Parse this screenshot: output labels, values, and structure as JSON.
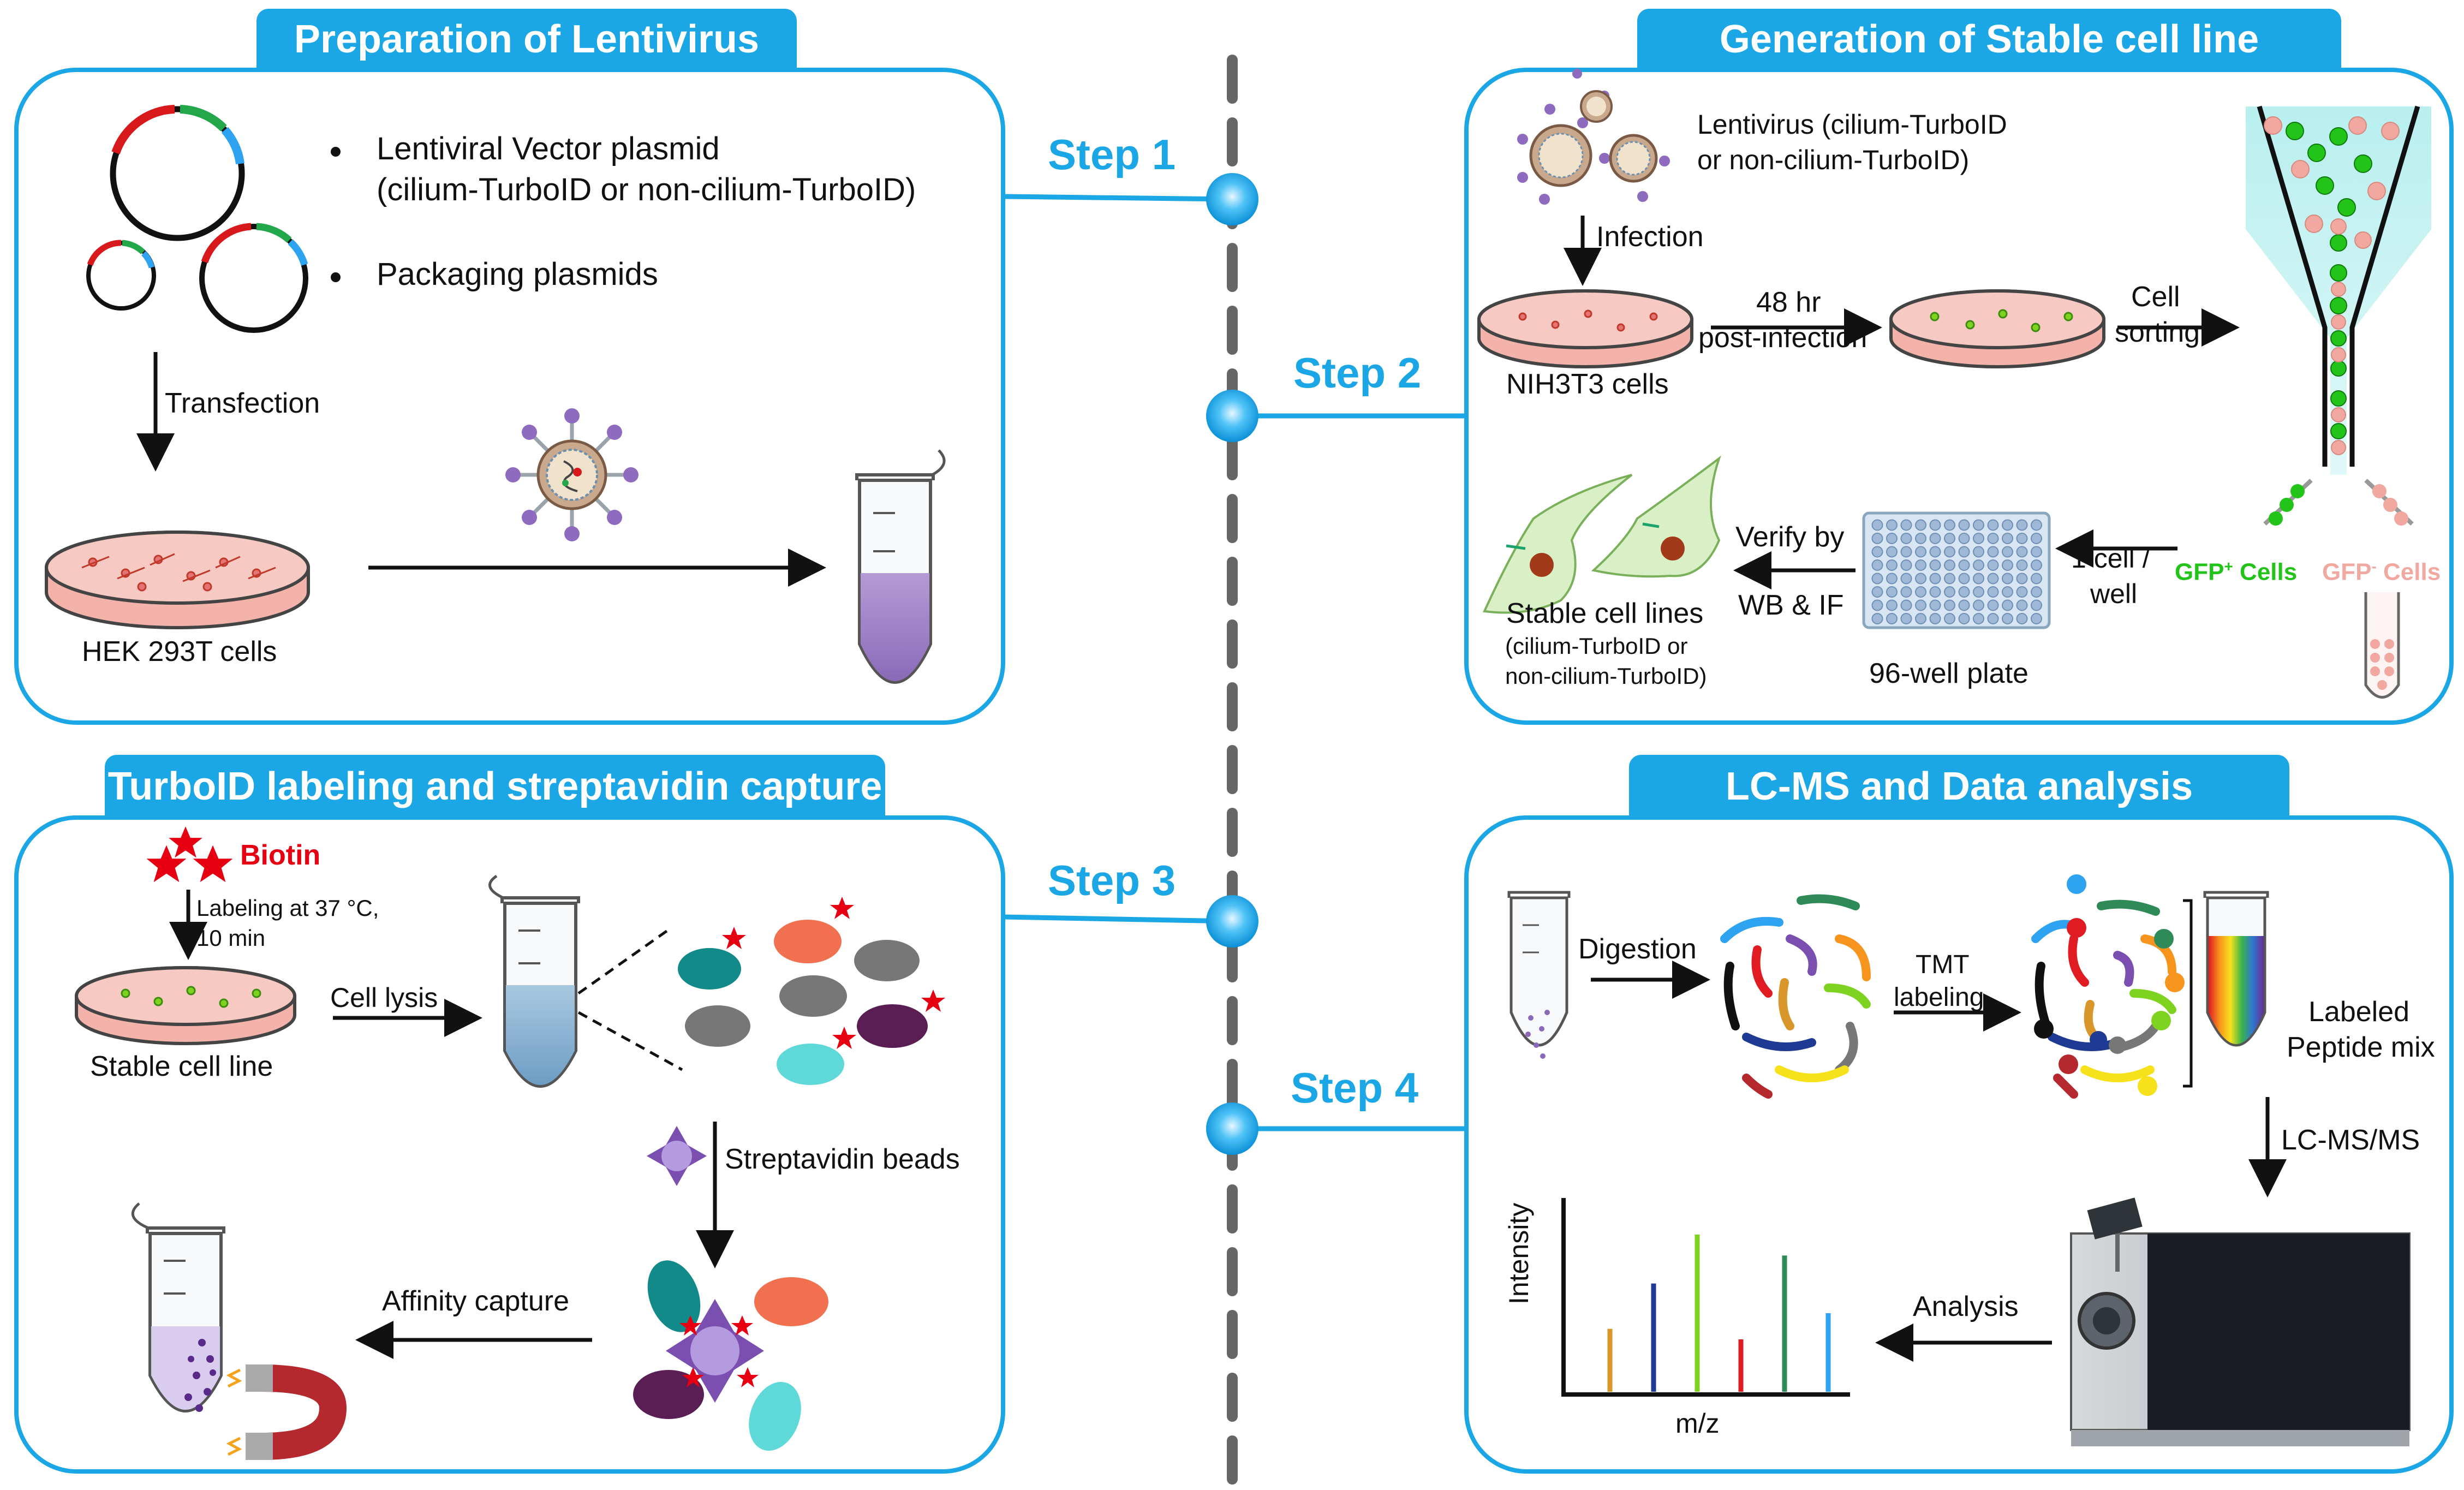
{
  "panels": {
    "p1": {
      "title": "Preparation of Lentivirus"
    },
    "p2": {
      "title": "Generation of Stable cell line"
    },
    "p3": {
      "title": "TurboID labeling and streptavidin capture"
    },
    "p4": {
      "title": "LC-MS and Data analysis"
    }
  },
  "steps": [
    "Step 1",
    "Step 2",
    "Step 3",
    "Step 4"
  ],
  "p1": {
    "bullet1_line1": "Lentiviral Vector plasmid",
    "bullet1_line2": "(cilium-TurboID or non-cilium-TurboID)",
    "bullet2": "Packaging plasmids",
    "transfection": "Transfection",
    "cells": "HEK 293T cells"
  },
  "p2": {
    "lenti_line1": "Lentivirus (cilium-TurboID",
    "lenti_line2": "or non-cilium-TurboID)",
    "infection": "Infection",
    "hr48": "48 hr",
    "post_infection": "post-infection",
    "nih": "NIH3T3 cells",
    "cell_sort1": "Cell",
    "cell_sort2": "sorting",
    "gfp_pos": "GFP",
    "gfp_pos_sup": "+",
    "gfp_pos_cells": " Cells",
    "gfp_neg": "GFP",
    "gfp_neg_sup": "-",
    "gfp_neg_cells": " Cells",
    "one_cell1": "1 cell /",
    "one_cell2": "well",
    "plate": "96-well plate",
    "verify1": "Verify by",
    "verify2": "WB & IF",
    "stable1": "Stable cell lines",
    "stable2": "(cilium-TurboID or",
    "stable3": "non-cilium-TurboID)"
  },
  "p3": {
    "biotin": "Biotin",
    "labeling1": "Labeling at 37 °C,",
    "labeling2": "10 min",
    "stable": "Stable cell line",
    "lysis": "Cell lysis",
    "beads": "Streptavidin beads",
    "affinity": "Affinity capture"
  },
  "p4": {
    "digestion": "Digestion",
    "tmt1": "TMT",
    "tmt2": "labeling",
    "labeled1": "Labeled",
    "labeled2": "Peptide mix",
    "lcms": "LC-MS/MS",
    "analysis": "Analysis",
    "ylabel": "Intensity",
    "xlabel": "m/z"
  },
  "colors": {
    "accent": "#1ba6e6",
    "red": "#e60012",
    "gfp_green": "#22c41a",
    "gfp_neg_pink": "#f0a8a0",
    "dish": "#f6c9c2"
  },
  "spectrum": {
    "peaks": [
      {
        "height": 0.36,
        "color": "#d9962a"
      },
      {
        "height": 0.62,
        "color": "#1f3a93"
      },
      {
        "height": 0.9,
        "color": "#7ed321"
      },
      {
        "height": 0.3,
        "color": "#e11b22"
      },
      {
        "height": 0.78,
        "color": "#2e8b57"
      },
      {
        "height": 0.45,
        "color": "#2ea3f2"
      }
    ]
  }
}
